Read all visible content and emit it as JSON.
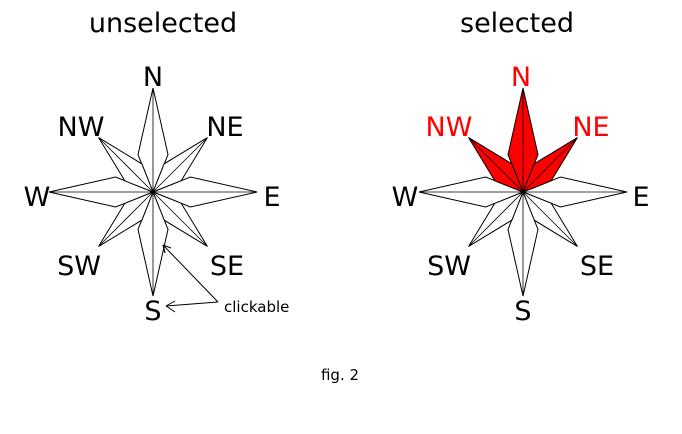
{
  "figure": {
    "caption": "fig. 2",
    "annotation": "clickable",
    "accent_color": "#ff0000"
  },
  "panels": [
    {
      "title": "unselected",
      "selected": [],
      "labels": {
        "N": "N",
        "NE": "NE",
        "E": "E",
        "SE": "SE",
        "S": "S",
        "SW": "SW",
        "W": "W",
        "NW": "NW"
      }
    },
    {
      "title": "selected",
      "selected": [
        "N",
        "NE",
        "NW"
      ],
      "labels": {
        "N": "N",
        "NE": "NE",
        "E": "E",
        "SE": "SE",
        "S": "S",
        "SW": "SW",
        "W": "W",
        "NW": "NW"
      }
    }
  ]
}
